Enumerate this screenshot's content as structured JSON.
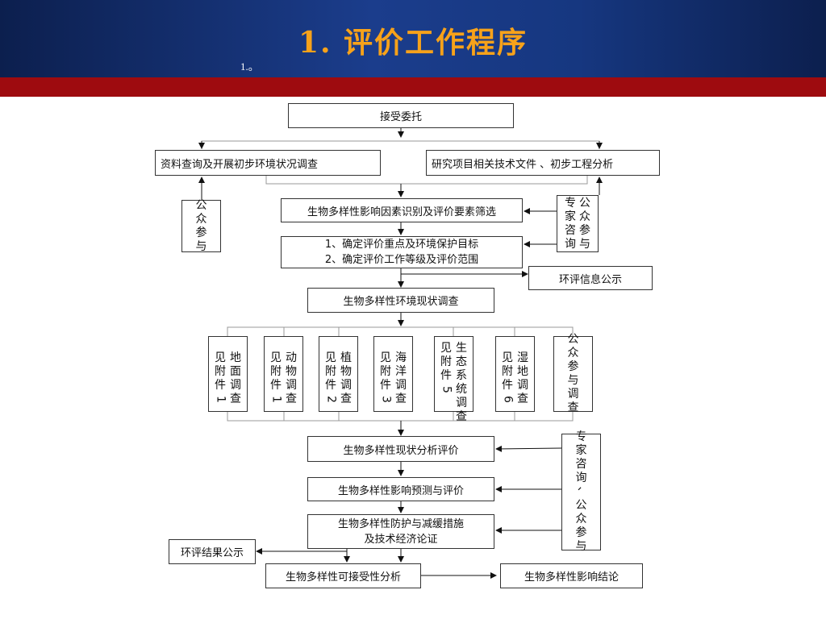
{
  "slide": {
    "title": "1. 评价工作程序",
    "subtitle": "1.。"
  },
  "nodes": {
    "accept": "接受委托",
    "data_survey": "资料查询及开展初步环境状况调查",
    "research": "研究项目相关技术文件 、初步工程分析",
    "public_1": "公众参与",
    "expert_public": [
      "专家咨询",
      "公众参与"
    ],
    "identify": "生物多样性影响因素识别及评价要素筛选",
    "determine_1": "1、确定评价重点及环境保护目标",
    "determine_2": "2、确定评价工作等级及评价范围",
    "eia_info": "环评信息公示",
    "env_survey": "生物多样性环境现状调查",
    "surveys": [
      {
        "main": "地面调查",
        "ref": "见附件1"
      },
      {
        "main": "动物调查",
        "ref": "见附件1"
      },
      {
        "main": "植物调查",
        "ref": "见附件2"
      },
      {
        "main": "海洋调查",
        "ref": "见附件3"
      },
      {
        "main": "生态系统调查",
        "ref": "见附件5"
      },
      {
        "main": "湿地调查",
        "ref": "见附件6"
      }
    ],
    "public_survey": "公众参与调查",
    "status_eval": "生物多样性现状分析评价",
    "impact_predict": "生物多样性影响预测与评价",
    "protect_1": "生物多样性防护与减缓措施",
    "protect_2": "及技术经济论证",
    "expert_public_2": "专家咨询、公众参与",
    "eia_result": "环评结果公示",
    "acceptability": "生物多样性可接受性分析",
    "conclusion": "生物多样性影响结论"
  }
}
